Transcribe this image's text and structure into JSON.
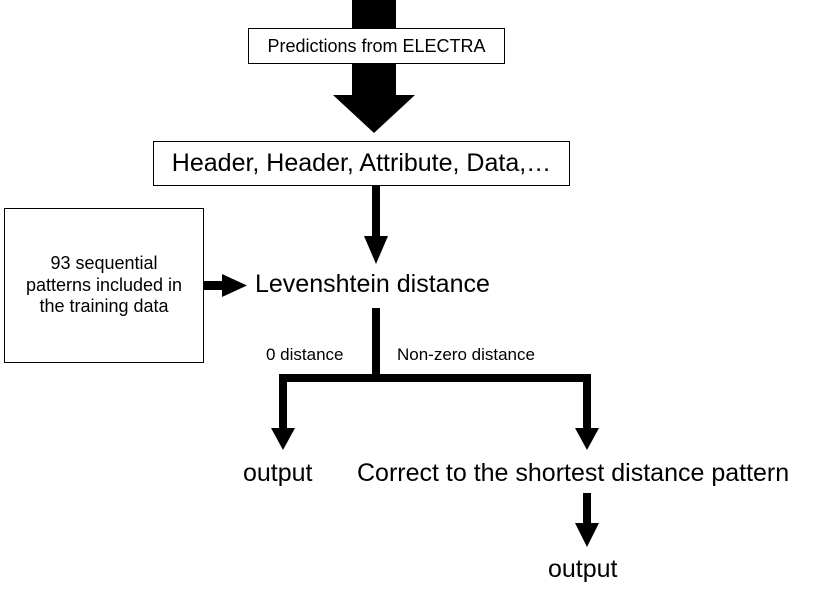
{
  "diagram": {
    "nodes": {
      "electra": "Predictions from ELECTRA",
      "sequence": "Header, Header, Attribute, Data,…",
      "patterns_lines": [
        "93 sequential",
        "patterns included in",
        "the training data"
      ],
      "levenshtein": "Levenshtein distance",
      "output_1": "output",
      "correct": "Correct to the shortest distance pattern",
      "output_2": "output"
    },
    "edges": {
      "zero": "0 distance",
      "nonzero": "Non-zero distance"
    }
  }
}
